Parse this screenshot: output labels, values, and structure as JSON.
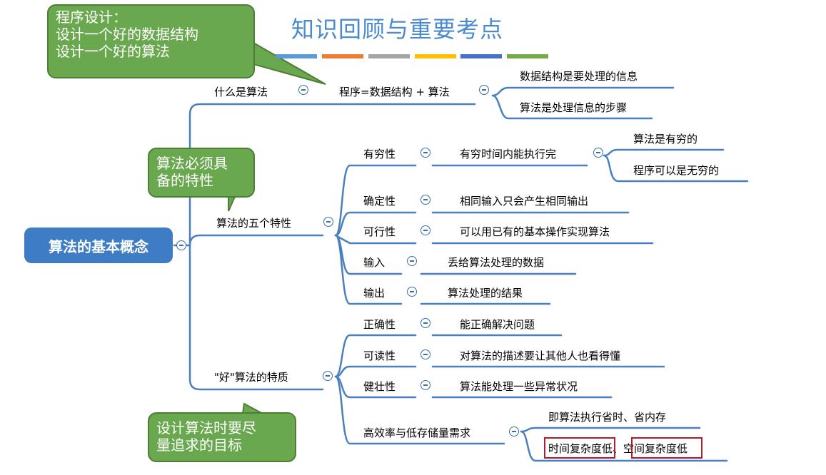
{
  "title": "知识回顾与重要考点",
  "title_bar_colors": [
    "#5b9bd5",
    "#ed7d31",
    "#a5a5a5",
    "#ffc000",
    "#4472c4",
    "#70ad47"
  ],
  "colors": {
    "accent": "#4a8ad0",
    "root": "#3f7cc6",
    "line": "#4a7fc0",
    "callout": "#6aa84f",
    "highlight": "#b01c2e"
  },
  "root": {
    "label": "算法的基本概念"
  },
  "branches": {
    "what": {
      "label": "什么是算法",
      "child": "程序=数据结构 + 算法",
      "leaves": [
        "数据结构是要处理的信息",
        "算法是处理信息的步骤"
      ]
    },
    "five": {
      "label": "算法的五个特性",
      "items": [
        {
          "label": "有穷性",
          "desc": "有穷时间内能执行完",
          "subs": [
            "算法是有穷的",
            "程序可以是无穷的"
          ]
        },
        {
          "label": "确定性",
          "desc": "相同输入只会产生相同输出"
        },
        {
          "label": "可行性",
          "desc": "可以用已有的基本操作实现算法"
        },
        {
          "label": "输入",
          "desc": "丢给算法处理的数据"
        },
        {
          "label": "输出",
          "desc": "算法处理的结果"
        }
      ]
    },
    "good": {
      "label": "\"好\"算法的特质",
      "items": [
        {
          "label": "正确性",
          "desc": "能正确解决问题"
        },
        {
          "label": "可读性",
          "desc": "对算法的描述要让其他人也看得懂"
        },
        {
          "label": "健壮性",
          "desc": "算法能处理一些异常状况"
        },
        {
          "label": "高效率与低存储量需求",
          "subs": [
            "即算法执行省时、省内存"
          ],
          "complexity": {
            "time": "时间复杂度",
            "low1": "低、",
            "space": "空间复杂度",
            "low2": "低"
          }
        }
      ]
    }
  },
  "callouts": {
    "program": {
      "lines": [
        "程序设计：",
        "设计一个好的数据结构",
        "设计一个好的算法"
      ]
    },
    "must": {
      "lines": [
        "算法必须具",
        "备的特性"
      ]
    },
    "pursue": {
      "lines": [
        "设计算法时要尽",
        "量追求的目标"
      ]
    }
  }
}
